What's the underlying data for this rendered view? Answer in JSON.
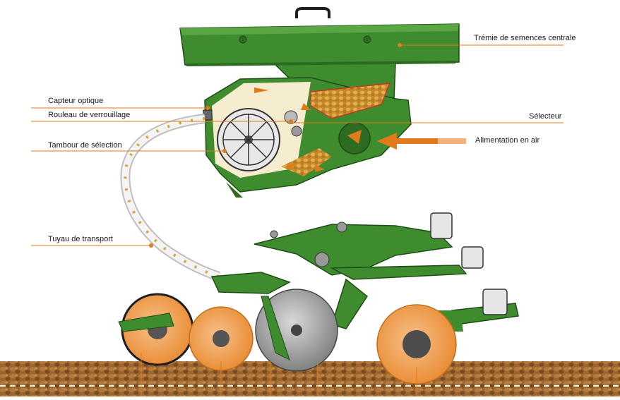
{
  "labels": {
    "tremie": "Trémie de semences centrale",
    "capteur": "Capteur optique",
    "rouleau": "Rouleau de verrouillage",
    "selecteur": "Sélecteur",
    "alimentation": "Alimentation en air",
    "tambour": "Tambour de sélection",
    "tuyau": "Tuyau de transport"
  },
  "colors": {
    "machine_green": "#3e8c2e",
    "machine_green_dark": "#2c6b20",
    "leader_orange": "#e07a1a",
    "wheel_orange": "#f2a35a",
    "soil_brown": "#8a5a2b",
    "seed_gold": "#d9a441",
    "cream": "#f6ecd0"
  }
}
